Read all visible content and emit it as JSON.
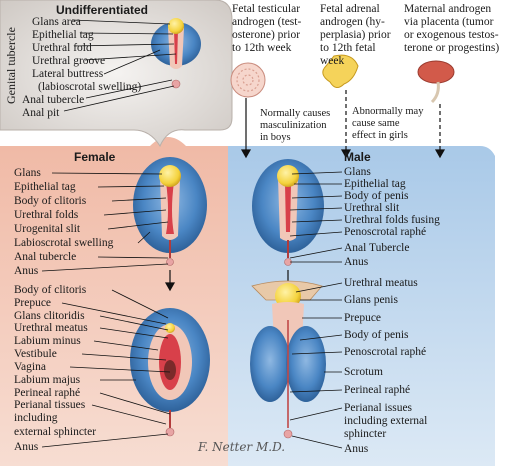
{
  "undifferentiated": {
    "title": "Undifferentiated",
    "side_label": "Genital tubercle",
    "labels": [
      "Glans area",
      "Epithelial tag",
      "Urethral fold",
      "Urethral groove",
      "Lateral buttress",
      "(labioscrotal swelling)",
      "Anal tubercle",
      "Anal pit"
    ]
  },
  "androgens": {
    "fetal_testicular": [
      "Fetal testicular",
      "androgen (test-",
      "osterone) prior",
      "to 12th week"
    ],
    "fetal_adrenal": [
      "Fetal adrenal",
      "androgen (hy-",
      "perplasia) prior",
      "to 12th fetal",
      "week"
    ],
    "maternal": [
      "Maternal androgen",
      "via placenta (tumor",
      "or exogenous testos-",
      "terone or progestins)"
    ],
    "note_boys": [
      "Normally causes",
      "masculinization",
      "in boys"
    ],
    "note_girls": [
      "Abnormally may",
      "cause same",
      "effect in girls"
    ]
  },
  "female": {
    "title": "Female",
    "upper_labels": [
      "Glans",
      "Epithelial tag",
      "Body of clitoris",
      "Urethral folds",
      "Urogenital slit",
      "Labioscrotal swelling",
      "Anal tubercle",
      "Anus"
    ],
    "lower_labels": [
      "Body of clitoris",
      "Prepuce",
      "Glans clitoridis",
      "Urethral meatus",
      "Labium minus",
      "Vestibule",
      "Vagina",
      "Labium majus",
      "Perineal raphé",
      "Perianal tissues",
      "including",
      "external sphincter",
      "Anus"
    ]
  },
  "male": {
    "title": "Male",
    "upper_labels": [
      "Glans",
      "Epithelial tag",
      "Body of penis",
      "Urethral slit",
      "Urethral folds fusing",
      "Penoscrotal raphé",
      "Anal Tubercle",
      "Anus"
    ],
    "lower_labels": [
      "Urethral meatus",
      "Glans penis",
      "Prepuce",
      "Body of penis",
      "Penoscrotal raphé",
      "Scrotum",
      "Perineal raphé",
      "Perianal issues",
      "including external",
      "sphincter",
      "Anus"
    ]
  },
  "signature": "F. Netter M.D.",
  "colors": {
    "female_panel": "#f2c4b0",
    "male_panel": "#b9d3ea",
    "top_panel": "#e4e0dc",
    "glans": "#f4d23c",
    "labioscrotal": "#4a86c4",
    "urethral": "#d8404a",
    "skin": "#f1c7b8"
  }
}
